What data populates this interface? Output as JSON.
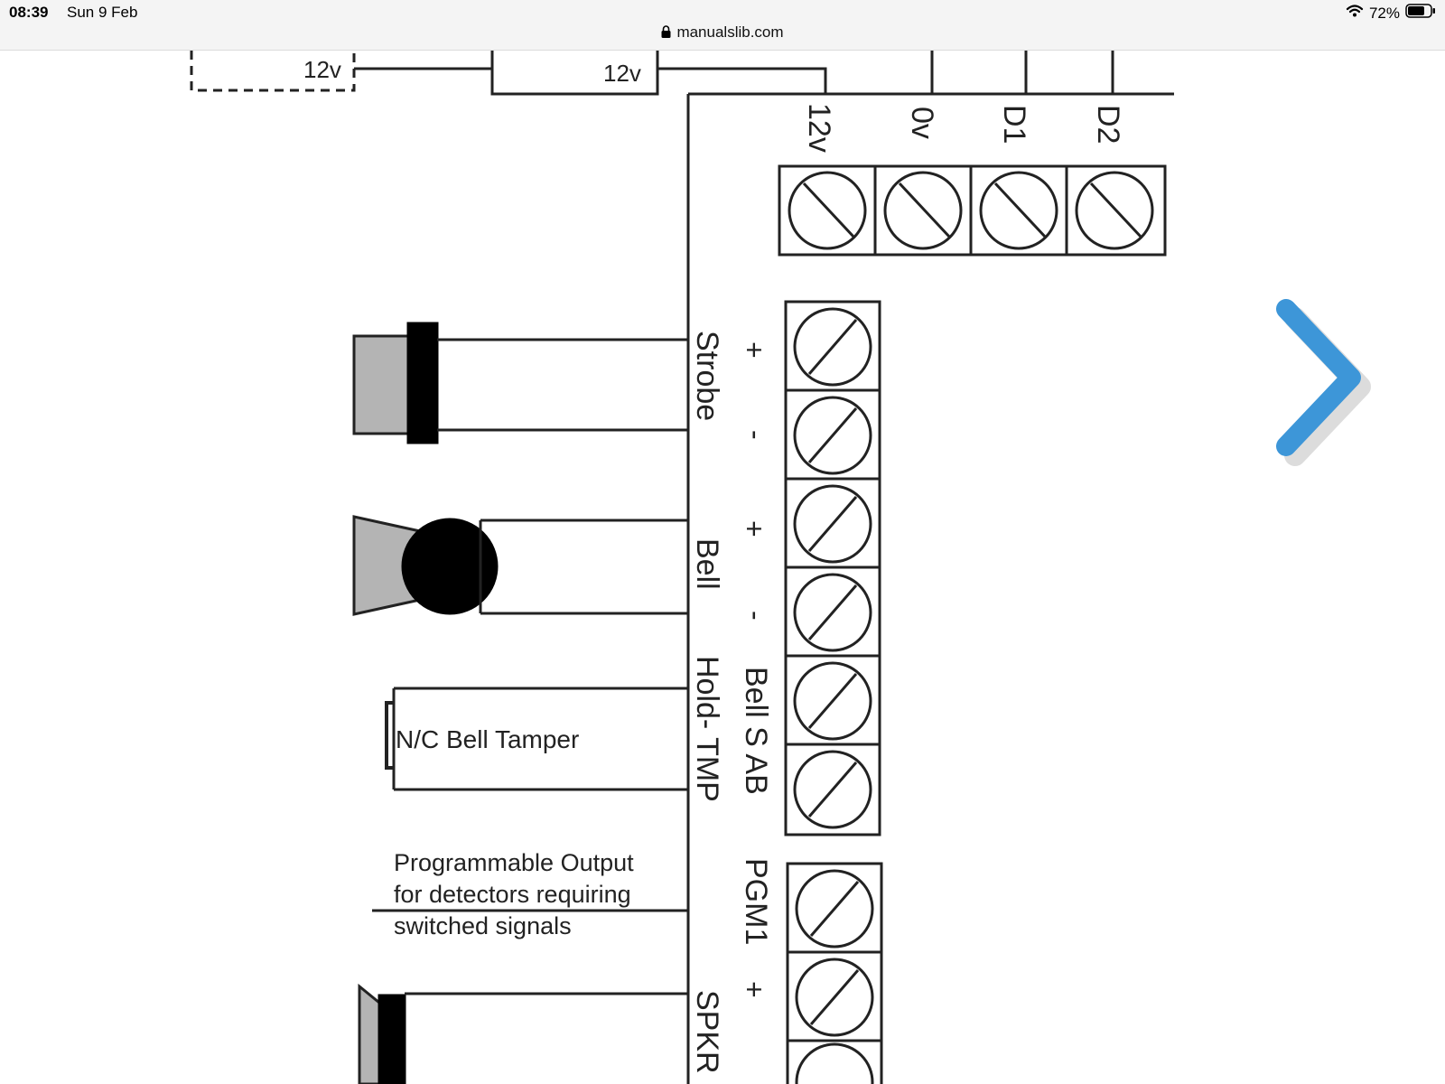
{
  "status_bar": {
    "time": "08:39",
    "date": "Sun 9 Feb",
    "battery": "72%"
  },
  "browser": {
    "url": "manualslib.com"
  },
  "diagram": {
    "supply_label_left": "12v",
    "supply_label_mid": "12v",
    "top_terminals": [
      "12v",
      "0v",
      "D1",
      "D2"
    ],
    "strobe_label": "Strobe",
    "strobe_plus": "+",
    "strobe_minus": "-",
    "bell_label": "Bell",
    "bell_plus": "+",
    "bell_minus": "-",
    "hold_tmp_label": "Hold- TMP",
    "bell_sab_label": "Bell S AB",
    "tamper_label": "N/C Bell Tamper",
    "pgm_note": [
      "Programmable Output",
      "for detectors requiring",
      "switched signals"
    ],
    "pgm1_label": "PGM1",
    "spkr_plus": "+",
    "spkr_label": "SPKR"
  },
  "colors": {
    "next_arrow": "#3d96d8",
    "line": "#222222",
    "device_gray": "#b4b4b4"
  }
}
